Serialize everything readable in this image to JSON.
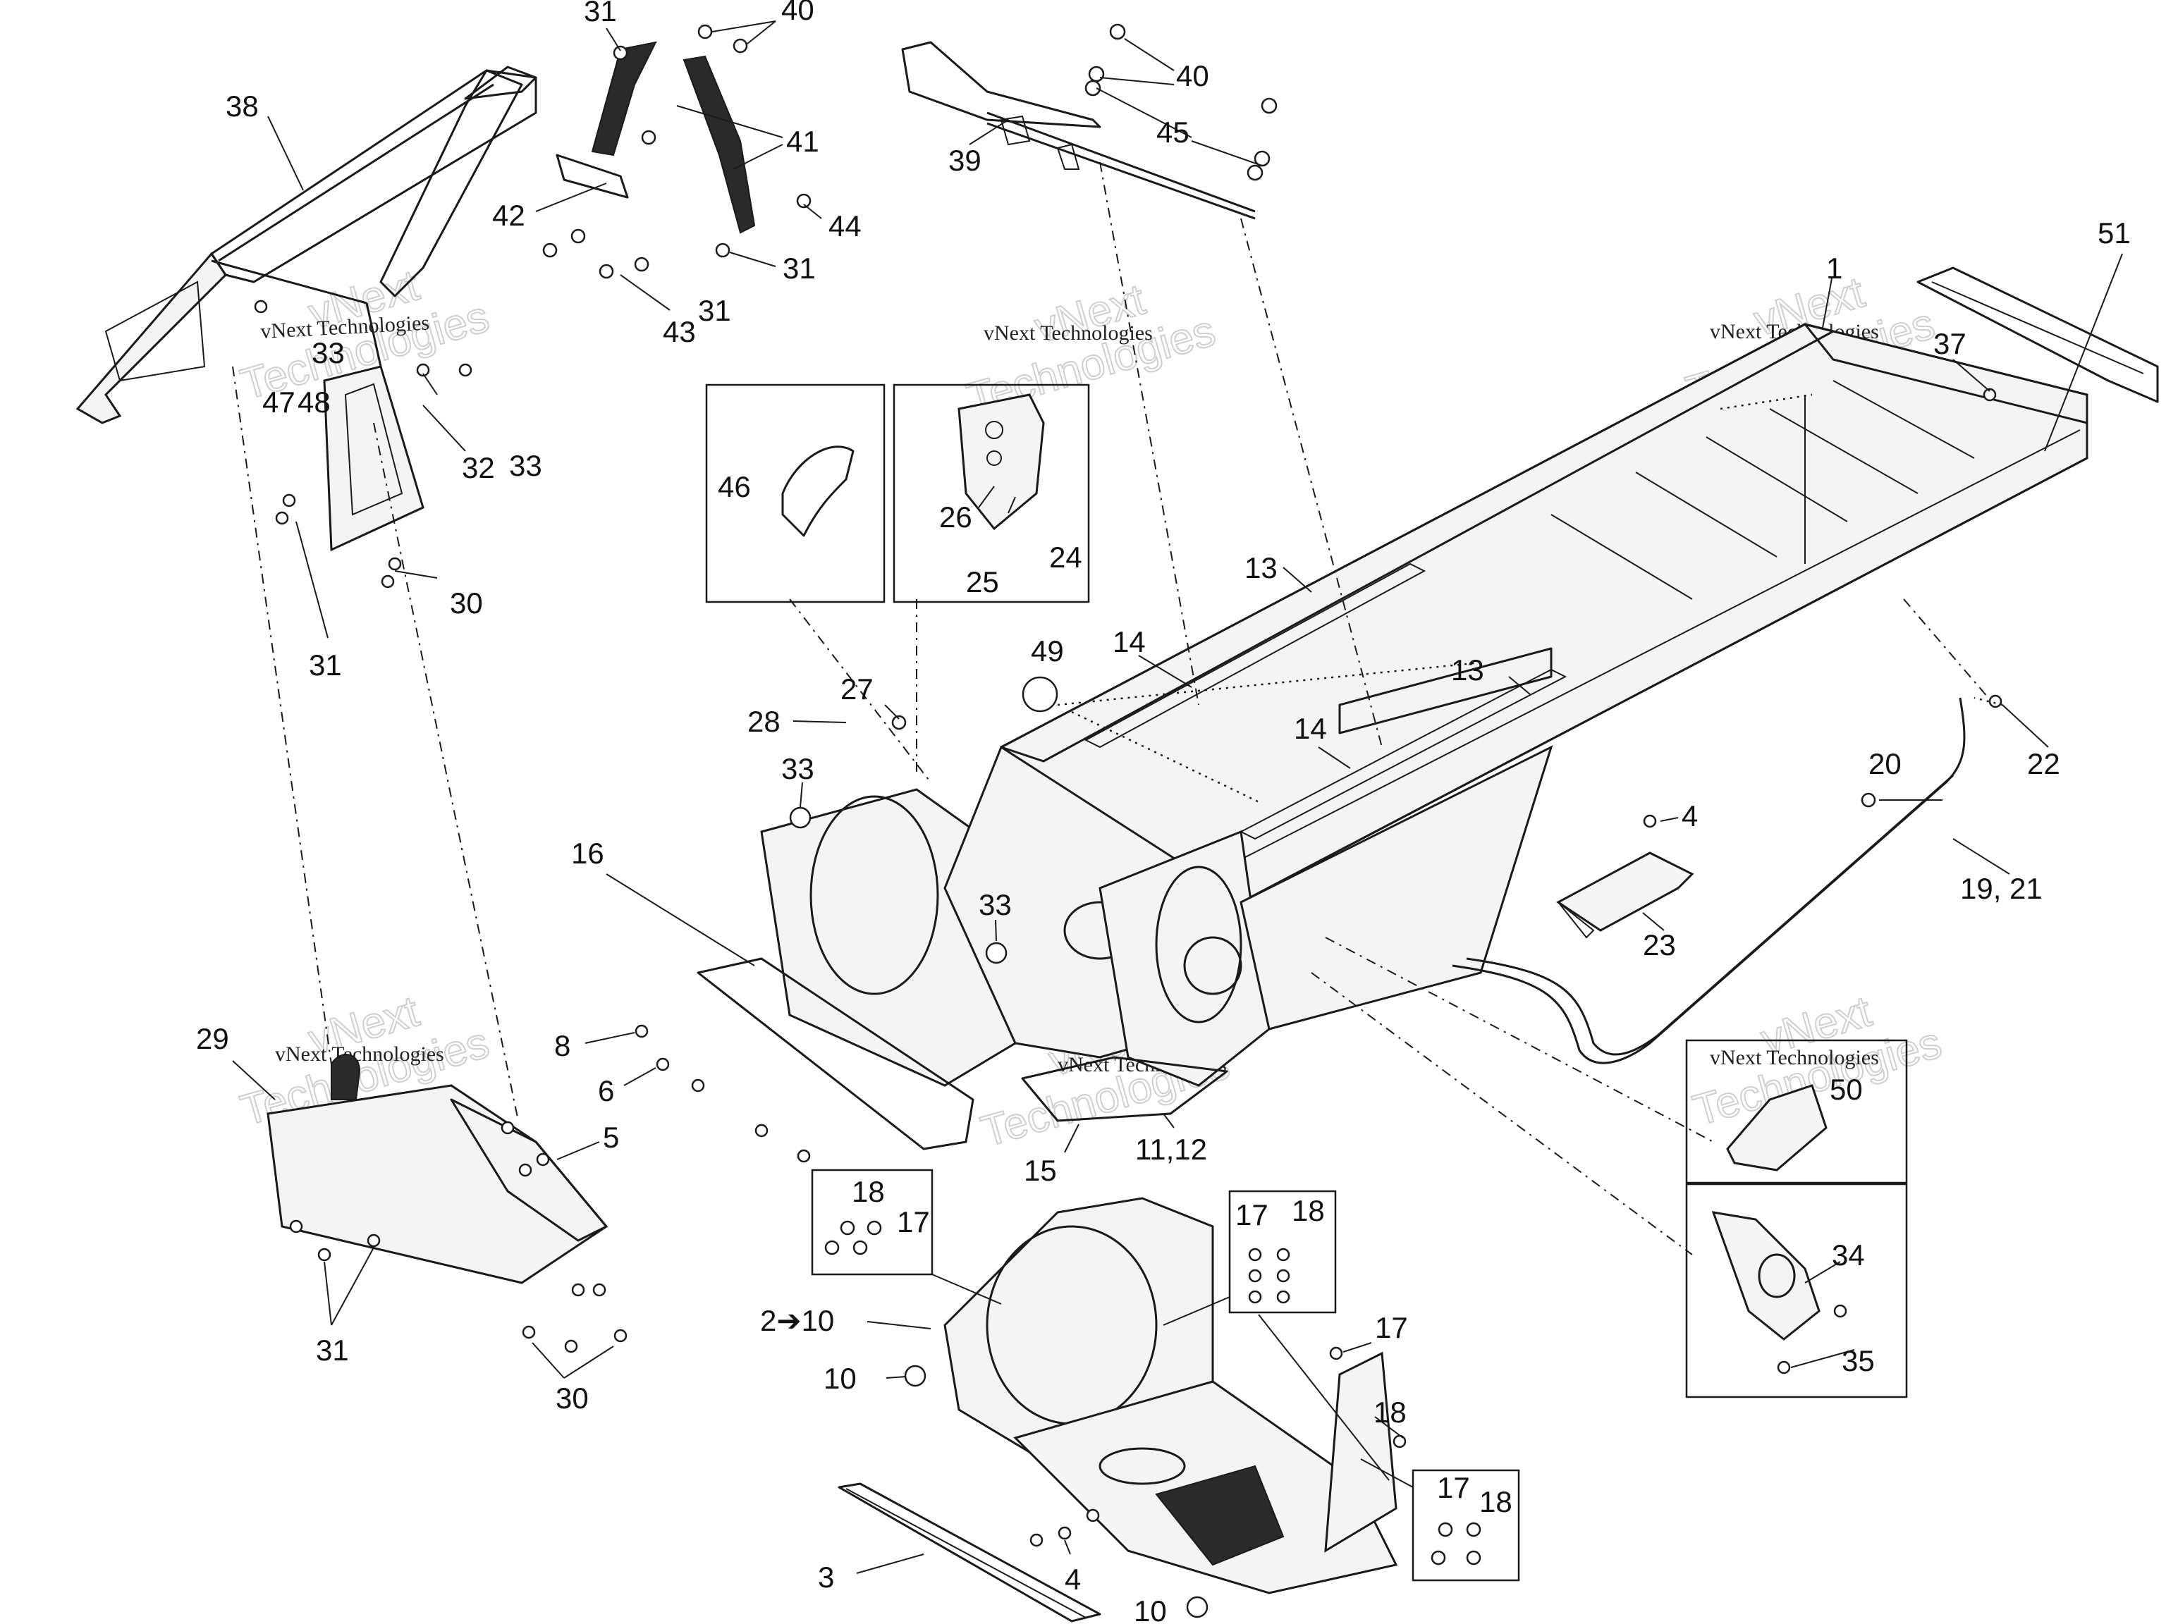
{
  "watermark": {
    "line1": "vNext",
    "line2": "Technologies",
    "inline": "vNext Technologies"
  },
  "callouts": [
    {
      "id": "31-top",
      "label": "31"
    },
    {
      "id": "40-top",
      "label": "40"
    },
    {
      "id": "38",
      "label": "38"
    },
    {
      "id": "41",
      "label": "41"
    },
    {
      "id": "42",
      "label": "42"
    },
    {
      "id": "44",
      "label": "44"
    },
    {
      "id": "31-mid",
      "label": "31"
    },
    {
      "id": "43",
      "label": "43"
    },
    {
      "id": "31-mid2",
      "label": "31"
    },
    {
      "id": "40-right",
      "label": "40"
    },
    {
      "id": "45",
      "label": "45"
    },
    {
      "id": "39",
      "label": "39"
    },
    {
      "id": "33-left",
      "label": "33"
    },
    {
      "id": "47",
      "label": "47"
    },
    {
      "id": "48",
      "label": "48"
    },
    {
      "id": "32",
      "label": "32"
    },
    {
      "id": "33-left2",
      "label": "33"
    },
    {
      "id": "30-left",
      "label": "30"
    },
    {
      "id": "31-left",
      "label": "31"
    },
    {
      "id": "1",
      "label": "1"
    },
    {
      "id": "51",
      "label": "51"
    },
    {
      "id": "37",
      "label": "37"
    },
    {
      "id": "46",
      "label": "46"
    },
    {
      "id": "26",
      "label": "26"
    },
    {
      "id": "24",
      "label": "24"
    },
    {
      "id": "25",
      "label": "25"
    },
    {
      "id": "13-top",
      "label": "13"
    },
    {
      "id": "49",
      "label": "49"
    },
    {
      "id": "14-top",
      "label": "14"
    },
    {
      "id": "13-mid",
      "label": "13"
    },
    {
      "id": "14-mid",
      "label": "14"
    },
    {
      "id": "27",
      "label": "27"
    },
    {
      "id": "28",
      "label": "28"
    },
    {
      "id": "33-front",
      "label": "33"
    },
    {
      "id": "20",
      "label": "20"
    },
    {
      "id": "22",
      "label": "22"
    },
    {
      "id": "4-right",
      "label": "4"
    },
    {
      "id": "19-21",
      "label": "19, 21"
    },
    {
      "id": "16",
      "label": "16"
    },
    {
      "id": "33-center",
      "label": "33"
    },
    {
      "id": "23",
      "label": "23"
    },
    {
      "id": "29",
      "label": "29"
    },
    {
      "id": "8",
      "label": "8"
    },
    {
      "id": "6",
      "label": "6"
    },
    {
      "id": "5",
      "label": "5"
    },
    {
      "id": "50",
      "label": "50"
    },
    {
      "id": "15",
      "label": "15"
    },
    {
      "id": "11-12",
      "label": "11,12"
    },
    {
      "id": "18-a",
      "label": "18"
    },
    {
      "id": "17-a",
      "label": "17"
    },
    {
      "id": "17-b",
      "label": "17"
    },
    {
      "id": "18-b",
      "label": "18"
    },
    {
      "id": "34",
      "label": "34"
    },
    {
      "id": "2-10",
      "label": "2➔10"
    },
    {
      "id": "17-c",
      "label": "17"
    },
    {
      "id": "31-bottom",
      "label": "31"
    },
    {
      "id": "10",
      "label": "10"
    },
    {
      "id": "35",
      "label": "35"
    },
    {
      "id": "18-c",
      "label": "18"
    },
    {
      "id": "30-bottom",
      "label": "30"
    },
    {
      "id": "17-d",
      "label": "17"
    },
    {
      "id": "18-d",
      "label": "18"
    },
    {
      "id": "3",
      "label": "3"
    },
    {
      "id": "4-bottom",
      "label": "4"
    },
    {
      "id": "10-bottom",
      "label": "10"
    }
  ]
}
